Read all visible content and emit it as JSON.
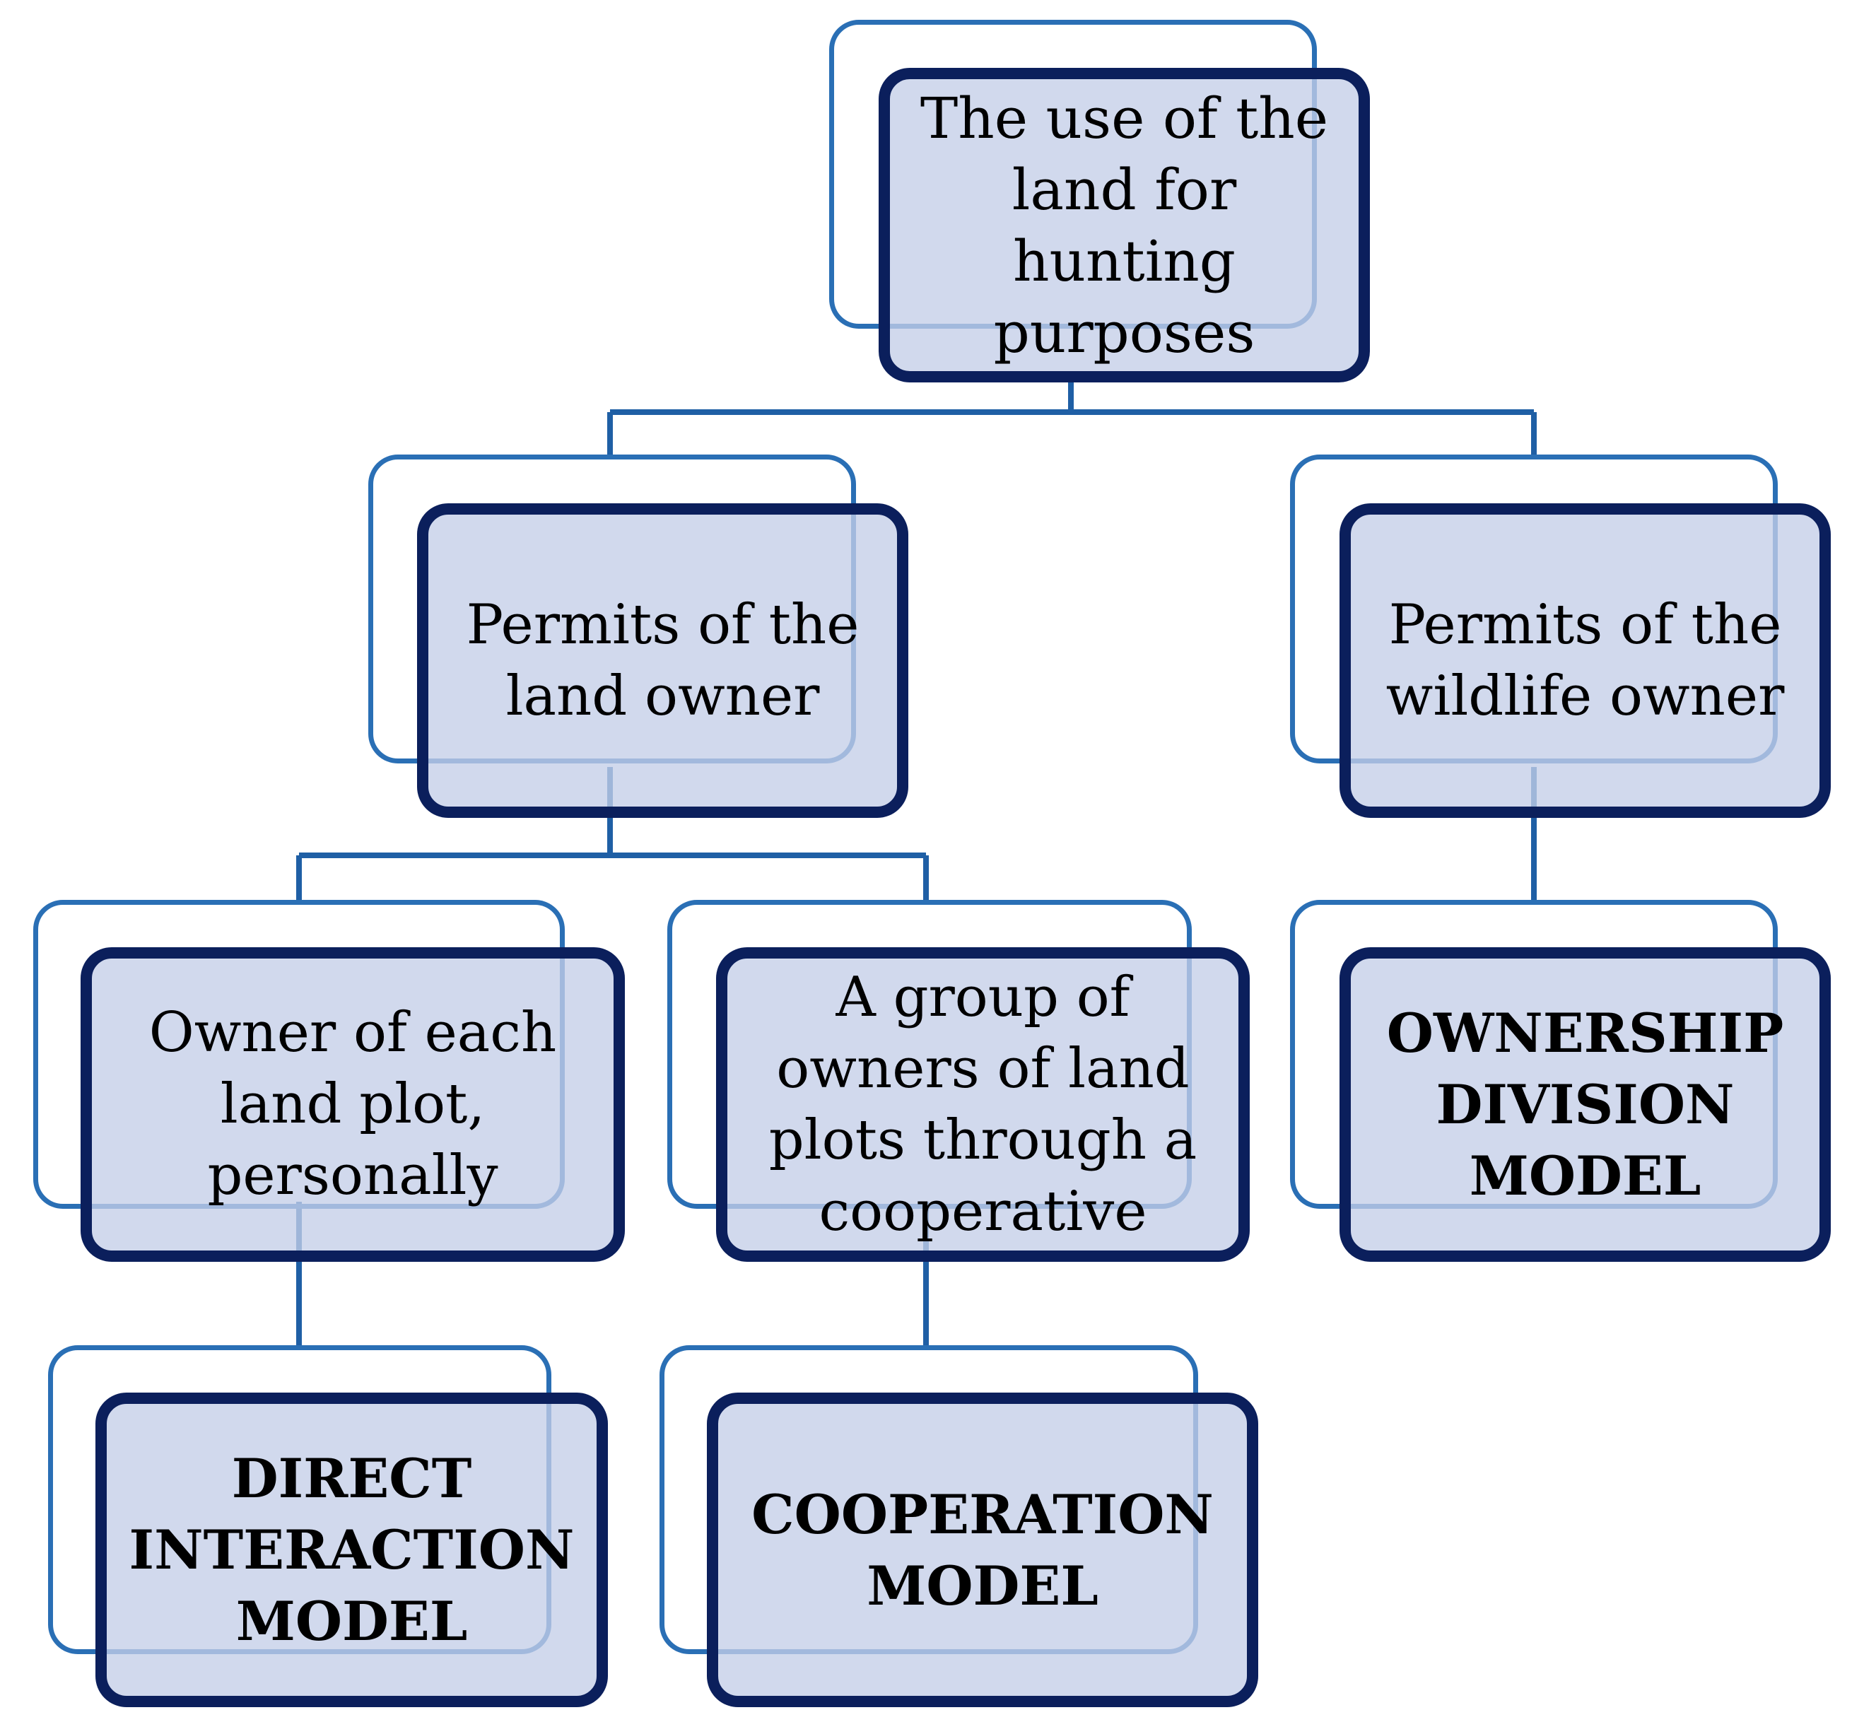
{
  "diagram": {
    "root": {
      "label": "The use of the\nland for\nhunting\npurposes"
    },
    "land_owner": {
      "label": "Permits of the\nland owner"
    },
    "wildlife_owner": {
      "label": "Permits of the\nwildlife owner"
    },
    "owner_each_plot": {
      "label": "Owner of each\nland plot,\npersonally"
    },
    "group_of_owners": {
      "label": "A group of\nowners of land\nplots through a\ncooperative"
    },
    "ownership_division_model": {
      "label": "OWNERSHIP\nDIVISION\nMODEL"
    },
    "direct_interaction_model": {
      "label": "DIRECT\nINTERACTION\nMODEL"
    },
    "cooperation_model": {
      "label": "COOPERATION\nMODEL"
    },
    "colors": {
      "card_fill": "#c4cee8",
      "card_border": "#0b1f5c",
      "outline": "#2a6fb5",
      "connector": "#1f5fa5"
    }
  }
}
